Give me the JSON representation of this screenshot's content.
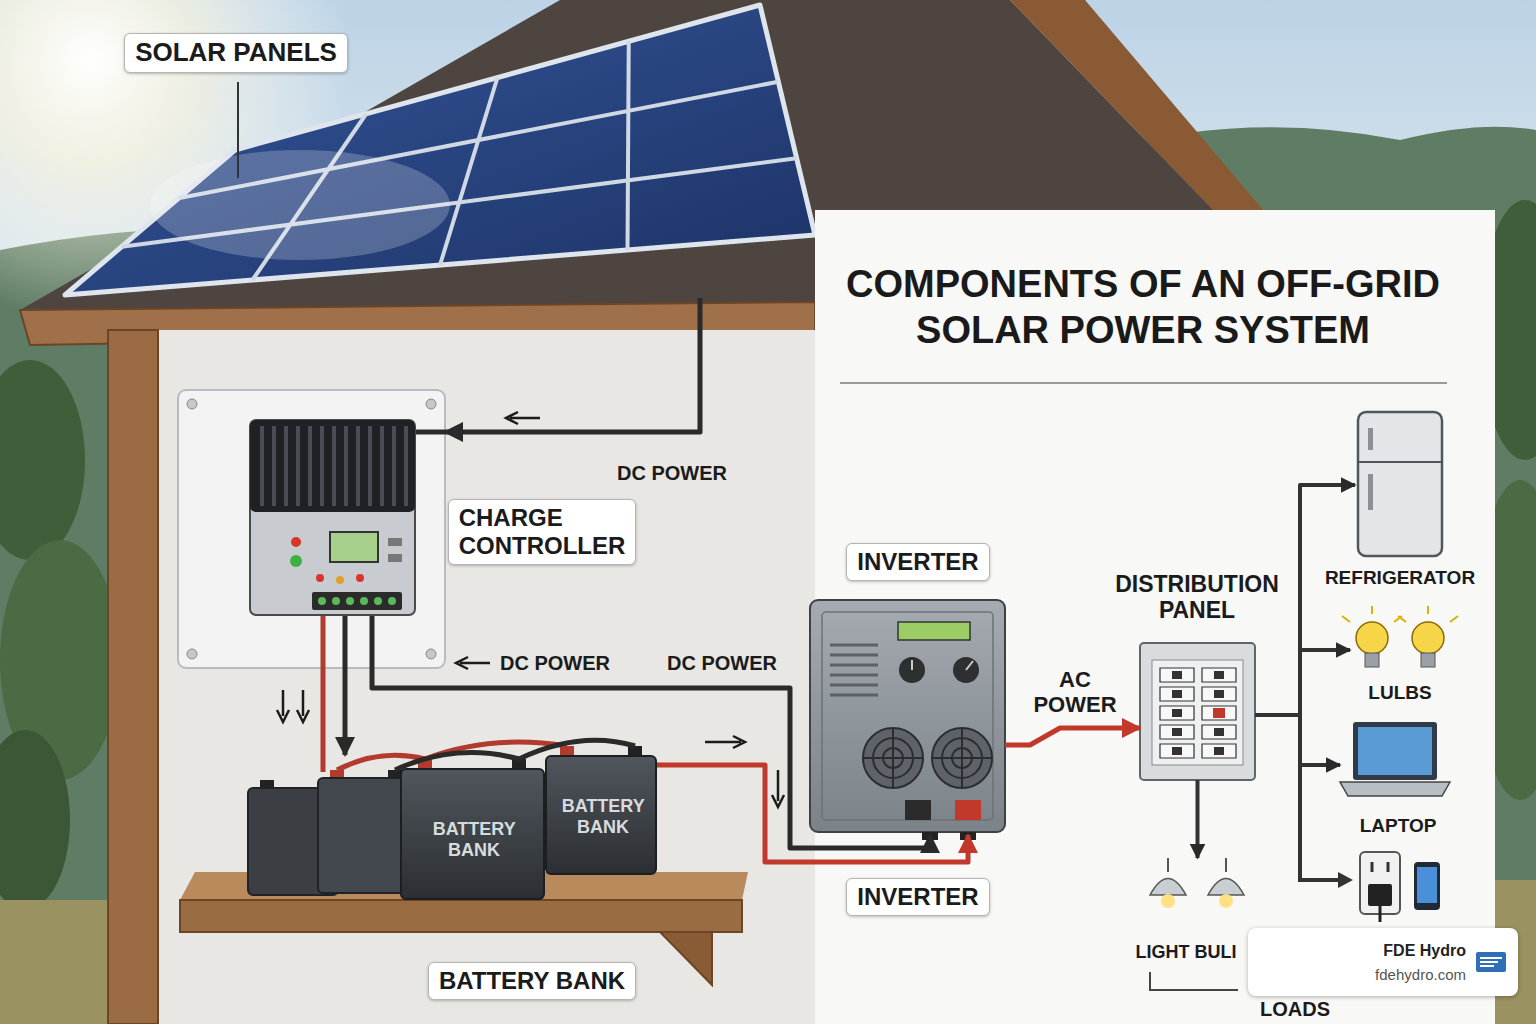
{
  "diagram": {
    "title": "COMPONENTS OF AN OFF-GRID SOLAR POWER SYSTEM",
    "nodes": [
      {
        "text": [
          "SOLAR PANELS"
        ]
      },
      {
        "text": [
          "CHARGE CONTROLLER"
        ]
      },
      {
        "text": [
          "INVERTER"
        ]
      },
      {
        "text": [
          "BATTERY BANK"
        ]
      },
      {
        "text": [
          "BATTERY BANK"
        ],
        "in": 3
      },
      {
        "text": [
          "BATTERY BANK"
        ],
        "in": 3
      },
      {
        "text": [
          "DISTRIBUTION PANEL"
        ]
      },
      {
        "text": [
          "REFRIGERATOR"
        ]
      },
      {
        "text": [
          "LULBS"
        ]
      },
      {
        "text": [
          "LAPTOP"
        ]
      },
      {
        "text": [
          "LIGHT BULI"
        ]
      }
    ],
    "edges": [
      {
        "from": 0,
        "to": 1,
        "arrow": "to",
        "label": "DC POWER"
      },
      {
        "from": 1,
        "to": 3,
        "arrow": "to",
        "label": "DC POWER"
      },
      {
        "from": 1,
        "to": 2,
        "arrow": "to",
        "label": "DC POWER"
      },
      {
        "from": 3,
        "to": 2,
        "arrow": "to"
      },
      {
        "from": 2,
        "to": 6,
        "arrow": "to",
        "label": "AC POWER"
      },
      {
        "from": 6,
        "to": 7,
        "arrow": "to"
      },
      {
        "from": 6,
        "to": 8,
        "arrow": "to"
      },
      {
        "from": 6,
        "to": 9,
        "arrow": "to"
      },
      {
        "from": 6,
        "to": 10,
        "arrow": "to"
      }
    ],
    "labels": [
      "INVERTER",
      "LOADS",
      "FDE Hydro",
      "fdehydro.com"
    ]
  }
}
